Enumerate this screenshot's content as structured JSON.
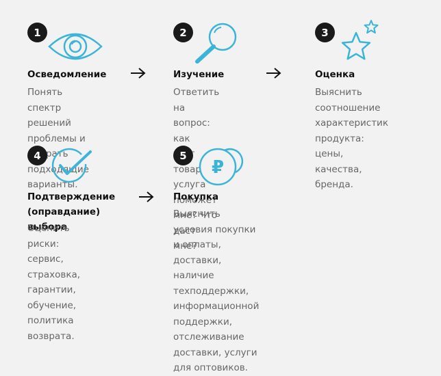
{
  "accent_color": "#3cb4d9",
  "steps": [
    {
      "number": "1",
      "icon": "eye-icon",
      "title": "Осведомление",
      "desc": "Понять спектр решений\nпроблемы и выбрать\nподходящие варианты."
    },
    {
      "number": "2",
      "icon": "magnifier-icon",
      "title": "Изучение",
      "desc": "Ответить на вопрос: как\nэтот товар / услуга поможет\nмне? Что даст мне?"
    },
    {
      "number": "3",
      "icon": "stars-icon",
      "title": "Оценка",
      "desc": "Выяснить соотношение\nхарактеристик продукта:\nцены, качества, бренда."
    },
    {
      "number": "4",
      "icon": "checkmark-icon",
      "title": "Подтверждение\n(оправдание) выбора",
      "desc": "Оценить риски: сервис,\nстраховка, гарантии,\nобучение, политика\nвозврата."
    },
    {
      "number": "5",
      "icon": "ruble-coins-icon",
      "title": "Покупка",
      "ruble_symbol": "₽",
      "desc": "Выяснить условия покупки и оплаты,\nдоставки, наличие техподдержки,\nинформационной поддержки,\nотслеживание доставки, услуги\nдля оптовиков."
    }
  ]
}
